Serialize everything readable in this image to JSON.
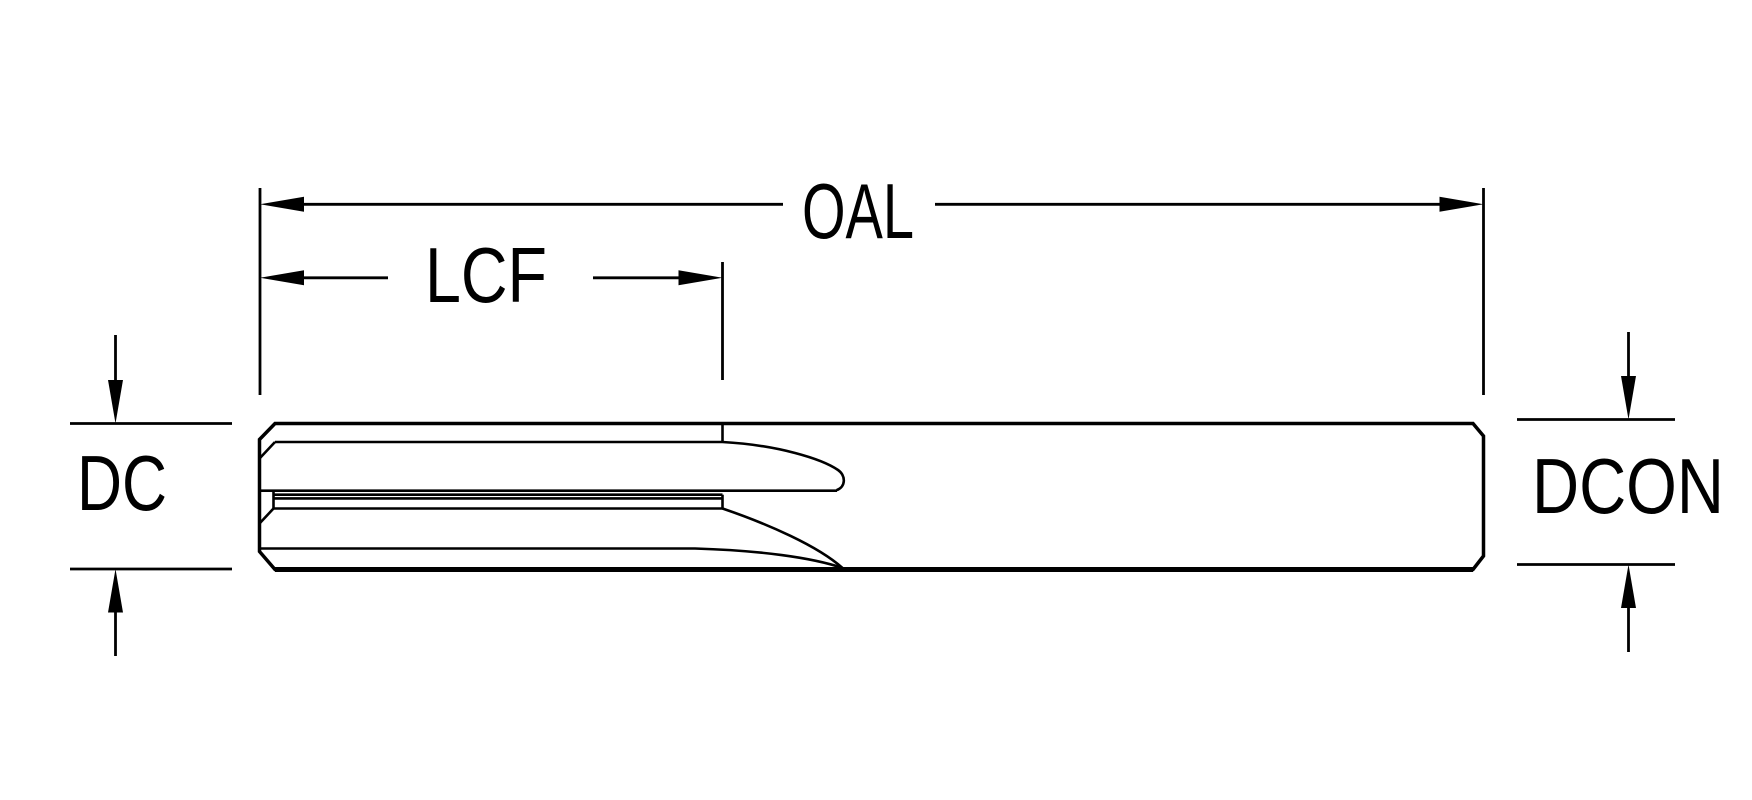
{
  "diagram": {
    "labels": {
      "oal": "OAL",
      "lcf": "LCF",
      "dc": "DC",
      "dcon": "DCON"
    },
    "colors": {
      "line": "#000000",
      "background": "#ffffff"
    }
  }
}
